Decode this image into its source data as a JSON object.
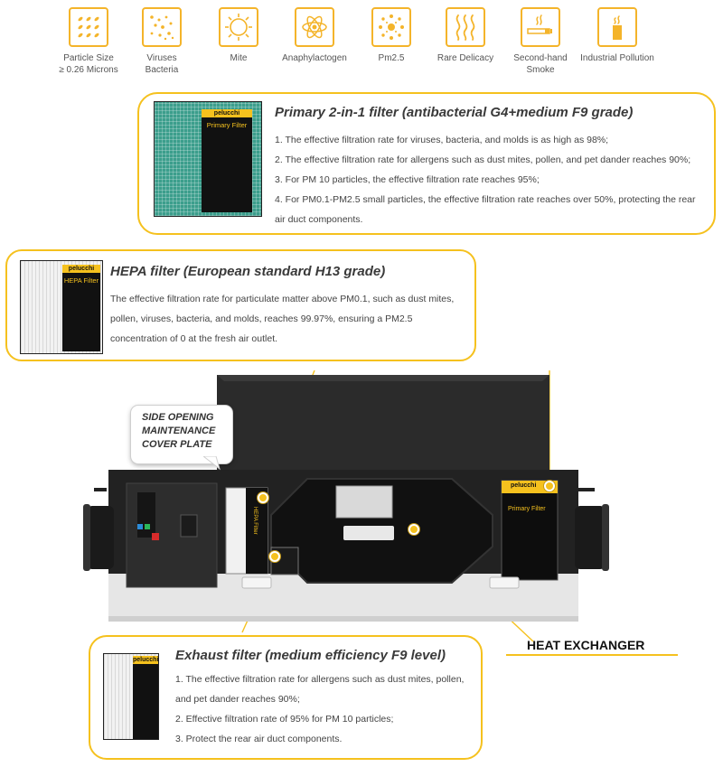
{
  "icons": [
    {
      "id": "particle",
      "icon": "particles-icon",
      "label": "Particle Size\n≥ 0.26 Microns"
    },
    {
      "id": "viruses",
      "icon": "viruses-icon",
      "label": "Viruses\nBacteria"
    },
    {
      "id": "mite",
      "icon": "mite-icon",
      "label": "Mite"
    },
    {
      "id": "anaphylactogen",
      "icon": "anaphylactogen-icon",
      "label": "Anaphylactogen"
    },
    {
      "id": "pm25",
      "icon": "pm25-icon",
      "label": "Pm2.5"
    },
    {
      "id": "rare",
      "icon": "rare-delicacy-icon",
      "label": "Rare Delicacy"
    },
    {
      "id": "smoke",
      "icon": "cigarette-icon",
      "label": "Second-hand\nSmoke"
    },
    {
      "id": "industrial",
      "icon": "factory-icon",
      "label": "Industrial Pollution"
    }
  ],
  "primary_filter": {
    "title": "Primary 2-in-1 filter (antibacterial G4+medium F9 grade)",
    "brand": "pelucchi",
    "image_label": "Primary Filter",
    "points": [
      "1.  The effective filtration rate for viruses, bacteria, and molds is as high as 98%;",
      "2.  The effective filtration rate for allergens such as dust mites, pollen, and pet dander reaches 90%;",
      "3.  For PM 10 particles, the effective filtration rate reaches 95%;",
      "4.  For PM0.1-PM2.5 small particles, the effective filtration rate reaches over 50%, protecting the rear air duct components."
    ]
  },
  "hepa_filter": {
    "title": "HEPA filter (European standard H13 grade)",
    "brand": "pelucchi",
    "image_label": "HEPA Filter",
    "description": "The effective filtration rate for particulate matter above PM0.1, such as dust mites, pollen, viruses, bacteria, and molds, reaches 99.97%, ensuring a PM2.5 concentration of 0 at the fresh air outlet."
  },
  "side_cover": {
    "label": "SIDE OPENING\nMAINTENANCE\nCOVER PLATE"
  },
  "heat_exchanger": {
    "label": "HEAT EXCHANGER"
  },
  "machine": {
    "hepa_tag": "HEPA Filter",
    "primary_tag": "Primary Filter",
    "brand": "pelucchi"
  },
  "exhaust_filter": {
    "title": "Exhaust filter (medium efficiency F9 level)",
    "brand": "pelucchi",
    "points": [
      "1.  The effective filtration rate for allergens such as dust mites, pollen, and pet dander reaches 90%;",
      "2.  Effective filtration rate of 95% for PM 10 particles;",
      "3.  Protect the rear air duct components."
    ]
  },
  "colors": {
    "accent": "#f5c11e",
    "icon_border": "#f4b42a",
    "machine_dark": "#2b2b2b",
    "machine_body": "#e6e6e6"
  }
}
